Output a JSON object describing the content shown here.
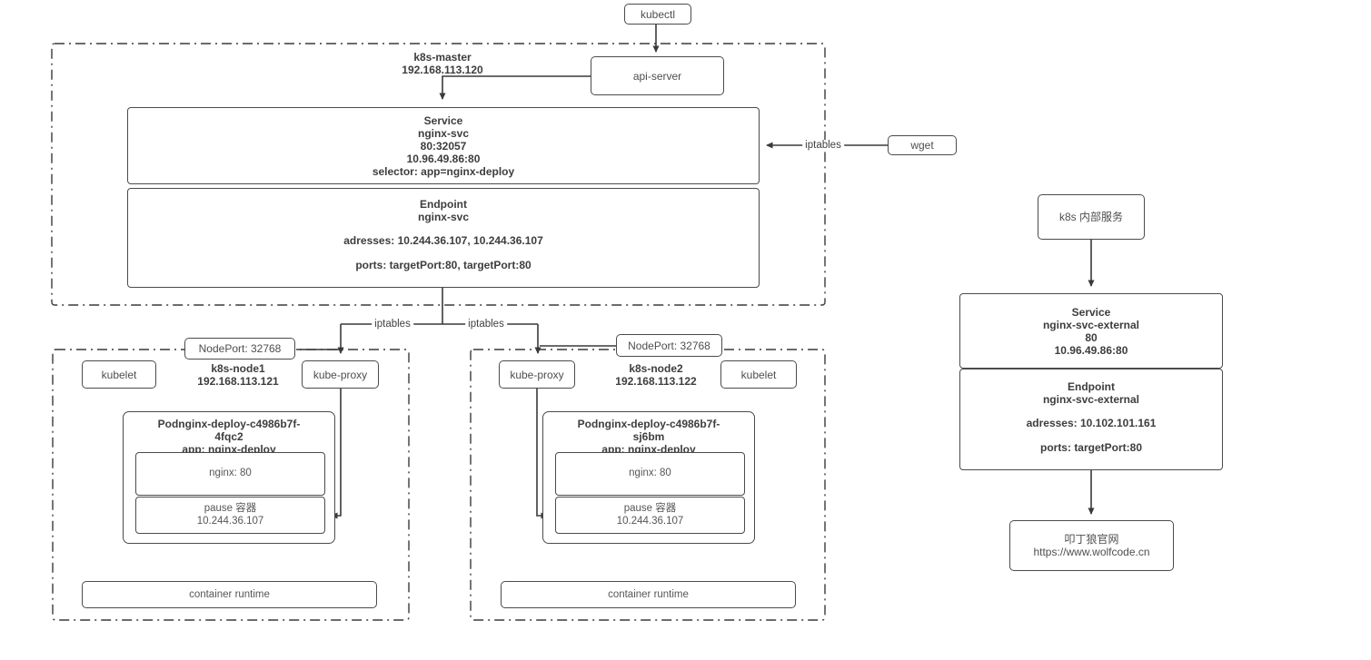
{
  "top": {
    "kubectl": "kubectl",
    "api_server": "api-server",
    "wget": "wget",
    "iptables_wget": "iptables",
    "iptables_left": "iptables",
    "iptables_right": "iptables"
  },
  "master": {
    "name": "k8s-master",
    "ip": "192.168.113.120",
    "service": {
      "title": "Service",
      "name": "nginx-svc",
      "nodeport": "80:32057",
      "cluster_ip": "10.96.49.86:80",
      "selector": "selector: app=nginx-deploy"
    },
    "endpoint": {
      "title": "Endpoint",
      "name": "nginx-svc",
      "addresses": "adresses: 10.244.36.107, 10.244.36.107",
      "ports": "ports: targetPort:80, targetPort:80"
    }
  },
  "node1": {
    "nodeport": "NodePort: 32768",
    "kubelet": "kubelet",
    "kube_proxy": "kube-proxy",
    "name": "k8s-node1",
    "ip": "192.168.113.121",
    "pod": {
      "name_line1": "Podnginx-deploy-c4986b7f-",
      "name_line2": "4fqc2",
      "app": "app: nginx-deploy",
      "nginx": "nginx: 80",
      "pause": "pause 容器",
      "pause_ip": "10.244.36.107"
    },
    "runtime": "container runtime"
  },
  "node2": {
    "nodeport": "NodePort: 32768",
    "kubelet": "kubelet",
    "kube_proxy": "kube-proxy",
    "name": "k8s-node2",
    "ip": "192.168.113.122",
    "pod": {
      "name_line1": "Podnginx-deploy-c4986b7f-",
      "name_line2": "sj6bm",
      "app": "app: nginx-deploy",
      "nginx": "nginx: 80",
      "pause": "pause 容器",
      "pause_ip": "10.244.36.107"
    },
    "runtime": "container runtime"
  },
  "external": {
    "entry": "k8s 内部服务",
    "service": {
      "title": "Service",
      "name": "nginx-svc-external",
      "port": "80",
      "cluster_ip": "10.96.49.86:80"
    },
    "endpoint": {
      "title": "Endpoint",
      "name": "nginx-svc-external",
      "addresses": "adresses: 10.102.101.161",
      "ports": "ports: targetPort:80"
    },
    "website_name": "叩丁狼官网",
    "website_url": "https://www.wolfcode.cn"
  },
  "colors": {
    "line": "#3a3a3a",
    "border": "#4b4b4b",
    "background": "#ffffff"
  }
}
